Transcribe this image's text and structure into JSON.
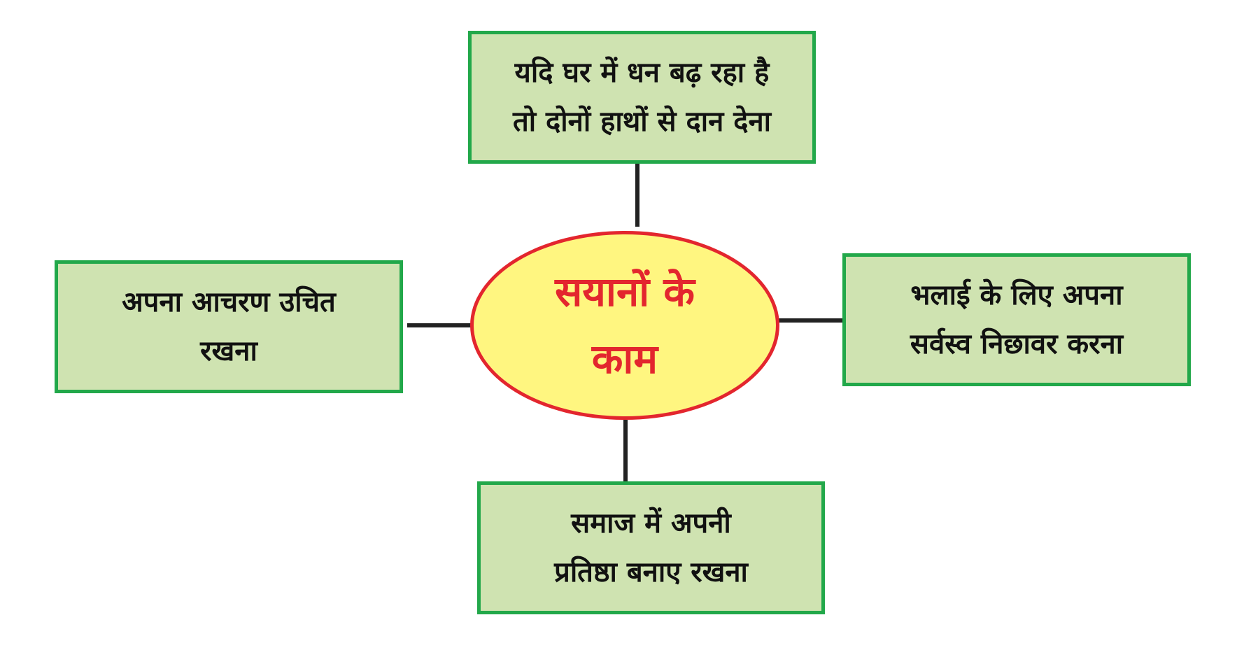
{
  "diagram": {
    "center": {
      "text": "सयानों के\nकाम"
    },
    "nodes": {
      "top": "यदि घर में धन बढ़ रहा  है\nतो दोनों हाथों से दान देना",
      "left": "अपना आचरण उचित\nरखना",
      "right": "भलाई के लिए अपना\nसर्वस्व निछावर करना",
      "bottom": "समाज में अपनी\nप्रतिष्ठा बनाए रखना"
    }
  },
  "colors": {
    "box_fill": "#cfe3b1",
    "box_border": "#22a84a",
    "ellipse_fill": "#fff680",
    "ellipse_border": "#e3262e",
    "center_text": "#e3262e",
    "connector": "#222222",
    "node_text": "#111111"
  }
}
